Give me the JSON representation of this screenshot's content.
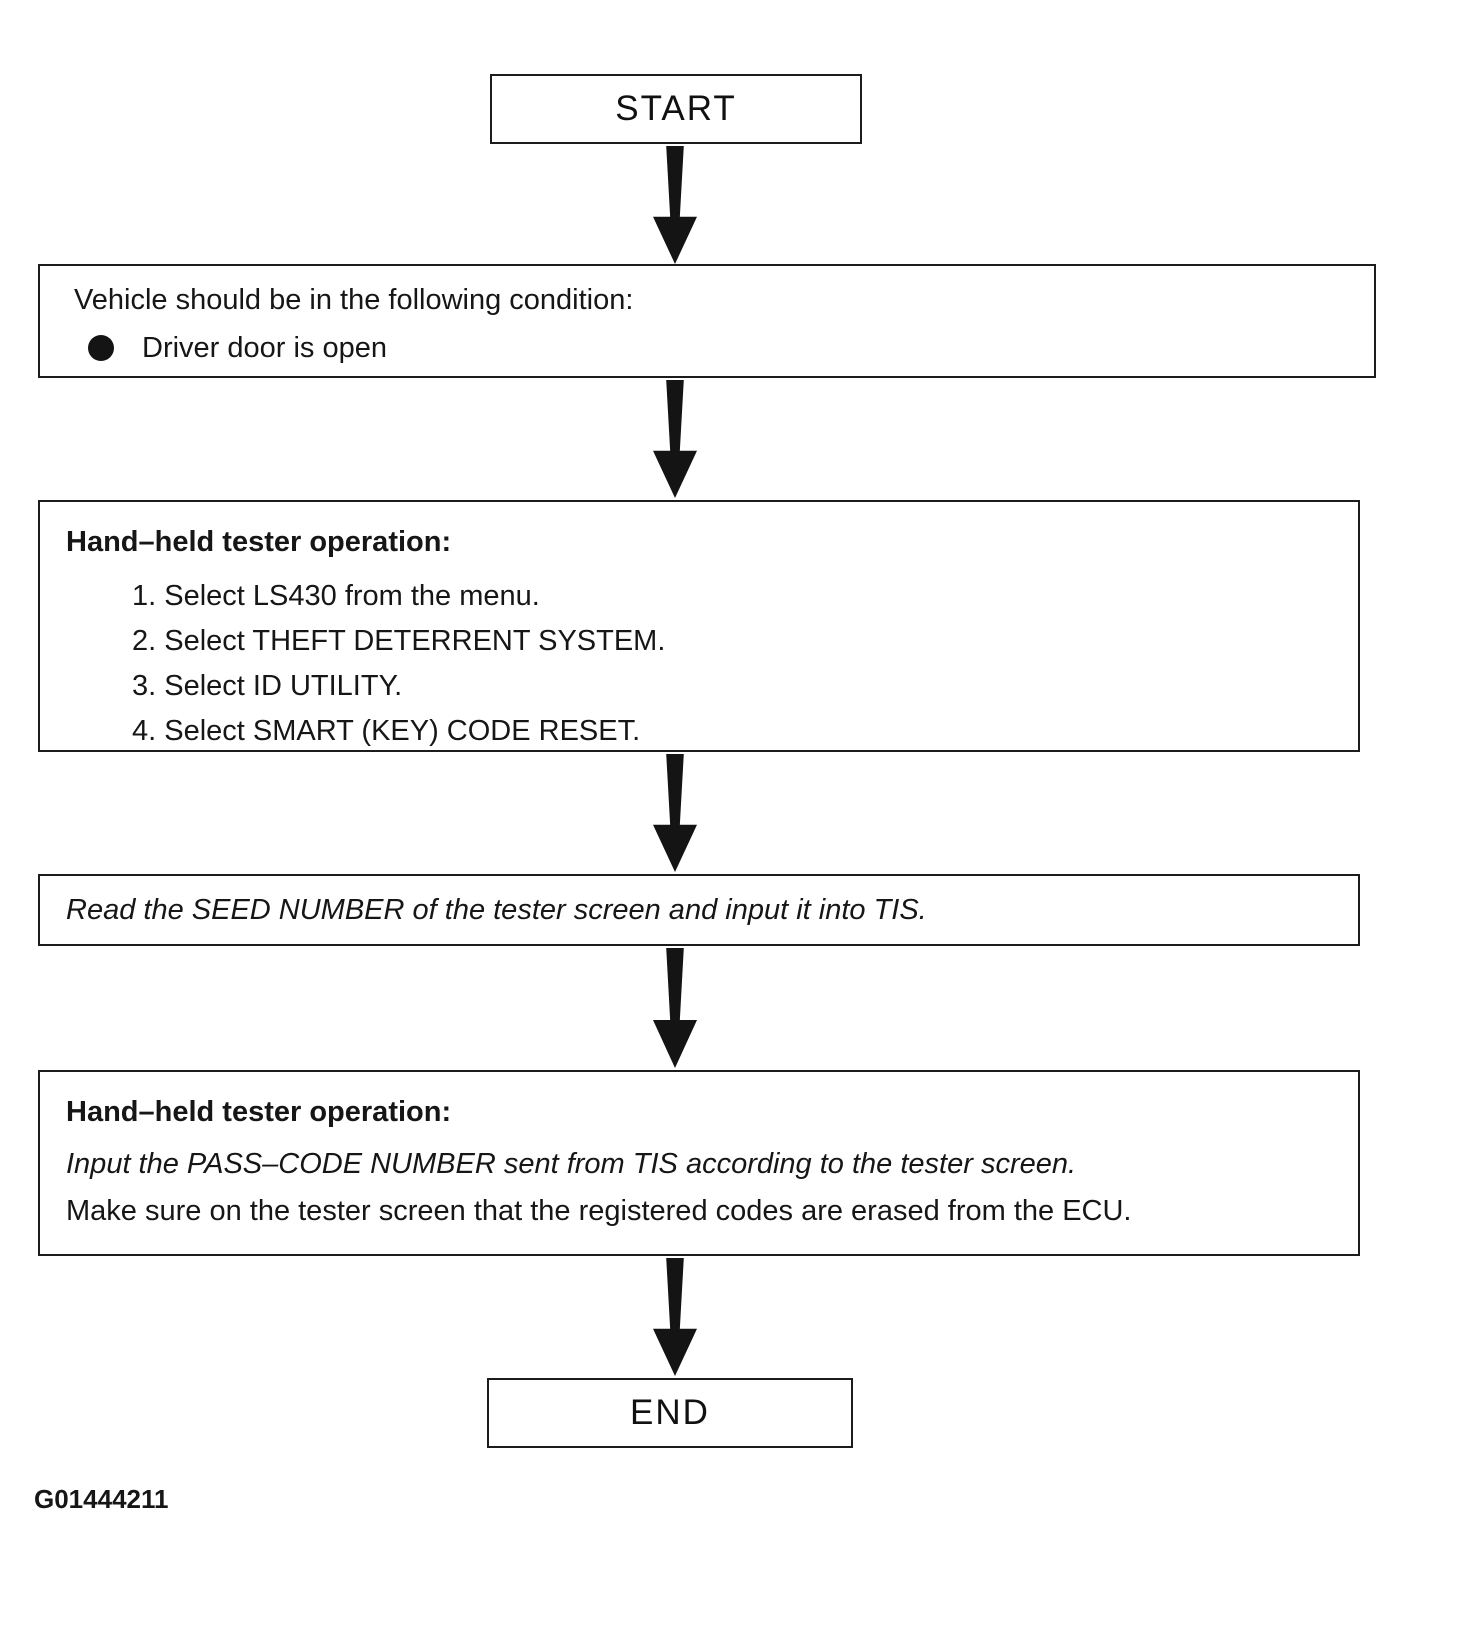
{
  "figure_id": "G01444211",
  "colors": {
    "ink": "#161616",
    "background": "#ffffff"
  },
  "flow": {
    "start": {
      "label": "START"
    },
    "condition": {
      "line1": "Vehicle should be in the following condition:",
      "bullet_item": "Driver door is open"
    },
    "tester_op_1": {
      "heading": "Hand–held tester operation:",
      "steps": [
        "1. Select LS430 from the menu.",
        "2. Select THEFT DETERRENT SYSTEM.",
        "3. Select ID UTILITY.",
        "4. Select SMART (KEY) CODE RESET."
      ]
    },
    "seed": {
      "text": "Read the SEED NUMBER of the tester screen and input it into TIS."
    },
    "tester_op_2": {
      "heading": "Hand–held tester operation:",
      "line1": "Input the PASS–CODE NUMBER sent from TIS according to the tester screen.",
      "line2": "Make sure on the tester screen that the registered codes are erased from the ECU."
    },
    "end": {
      "label": "END"
    }
  }
}
